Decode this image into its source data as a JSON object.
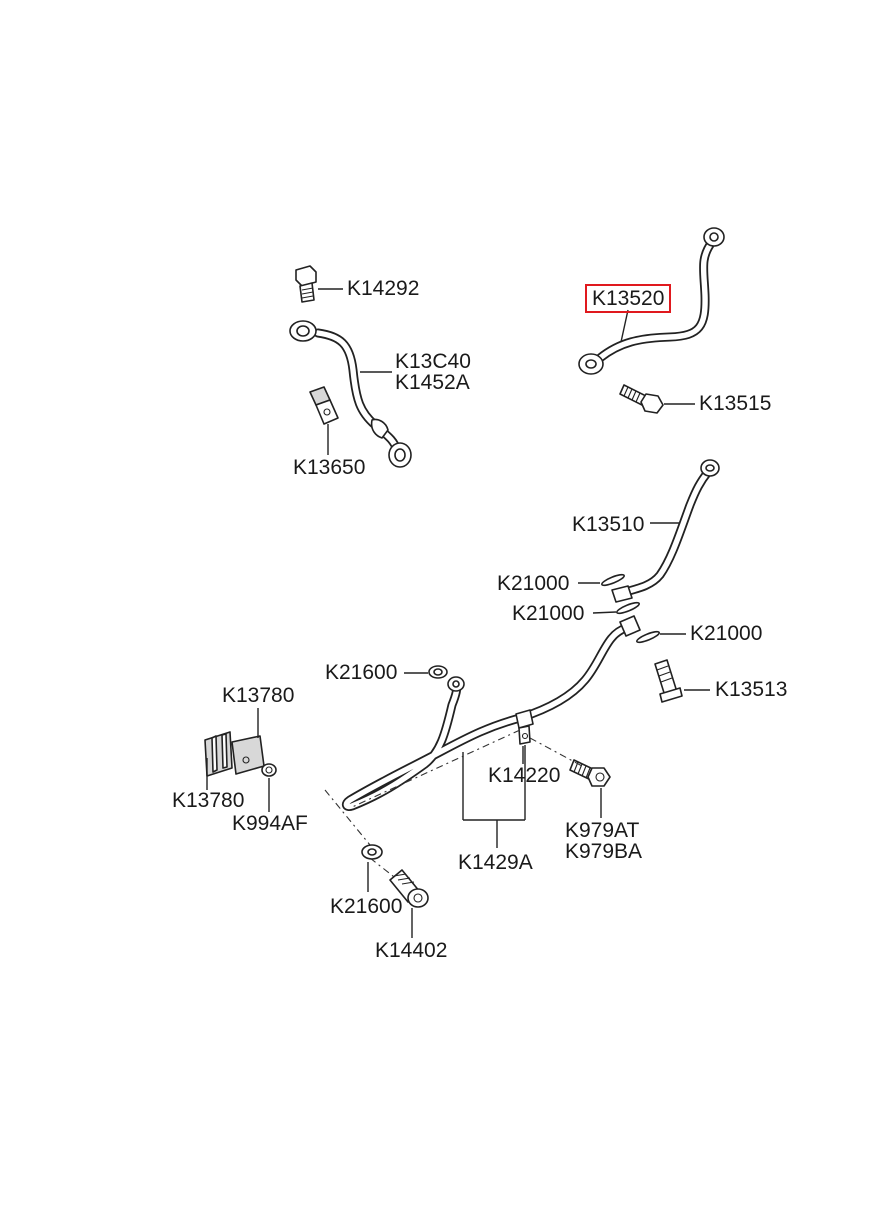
{
  "diagram": {
    "labels": {
      "k14292": "K14292",
      "k13c40": "K13C40",
      "k1452a": "K1452A",
      "k13650": "K13650",
      "k13520": "K13520",
      "k13515": "K13515",
      "k13510": "K13510",
      "k21000_a": "K21000",
      "k21000_b": "K21000",
      "k21000_c": "K21000",
      "k13513": "K13513",
      "k21600_top": "K21600",
      "k13780_top": "K13780",
      "k13780_bottom": "K13780",
      "k994af": "K994AF",
      "k14220": "K14220",
      "k979at": "K979AT",
      "k979ba": "K979BA",
      "k1429a": "K1429A",
      "k21600_bottom": "K21600",
      "k14402": "K14402"
    },
    "highlighted_part": "K13520",
    "highlight_color": "#e0191e"
  }
}
